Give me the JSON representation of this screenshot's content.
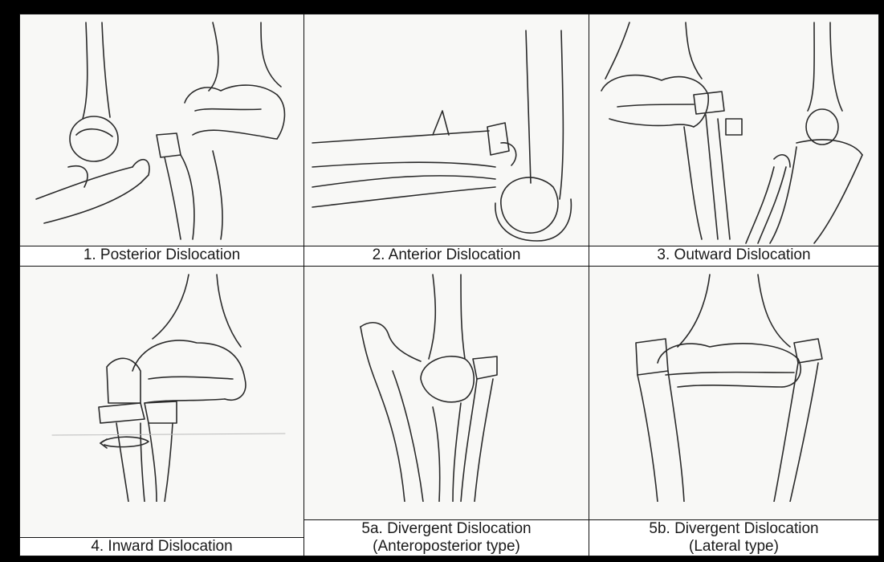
{
  "panels": [
    {
      "id": "1",
      "caption": "1. Posterior Dislocation"
    },
    {
      "id": "2",
      "caption": "2. Anterior Dislocation"
    },
    {
      "id": "3",
      "caption": "3. Outward Dislocation"
    },
    {
      "id": "4",
      "caption": "4. Inward Dislocation"
    },
    {
      "id": "5a",
      "caption": "5a. Divergent Dislocation",
      "subcaption": "(Anteroposterior type)"
    },
    {
      "id": "5b",
      "caption": "5b. Divergent Dislocation",
      "subcaption": "(Lateral type)"
    }
  ],
  "icons": [
    "bone-sketch-posterior",
    "bone-sketch-anterior",
    "bone-sketch-outward",
    "bone-sketch-inward",
    "bone-sketch-divergent-ap",
    "bone-sketch-divergent-lateral"
  ],
  "colors": {
    "background": "#000000",
    "sheet": "#ffffff",
    "line": "#2a2a2a"
  }
}
